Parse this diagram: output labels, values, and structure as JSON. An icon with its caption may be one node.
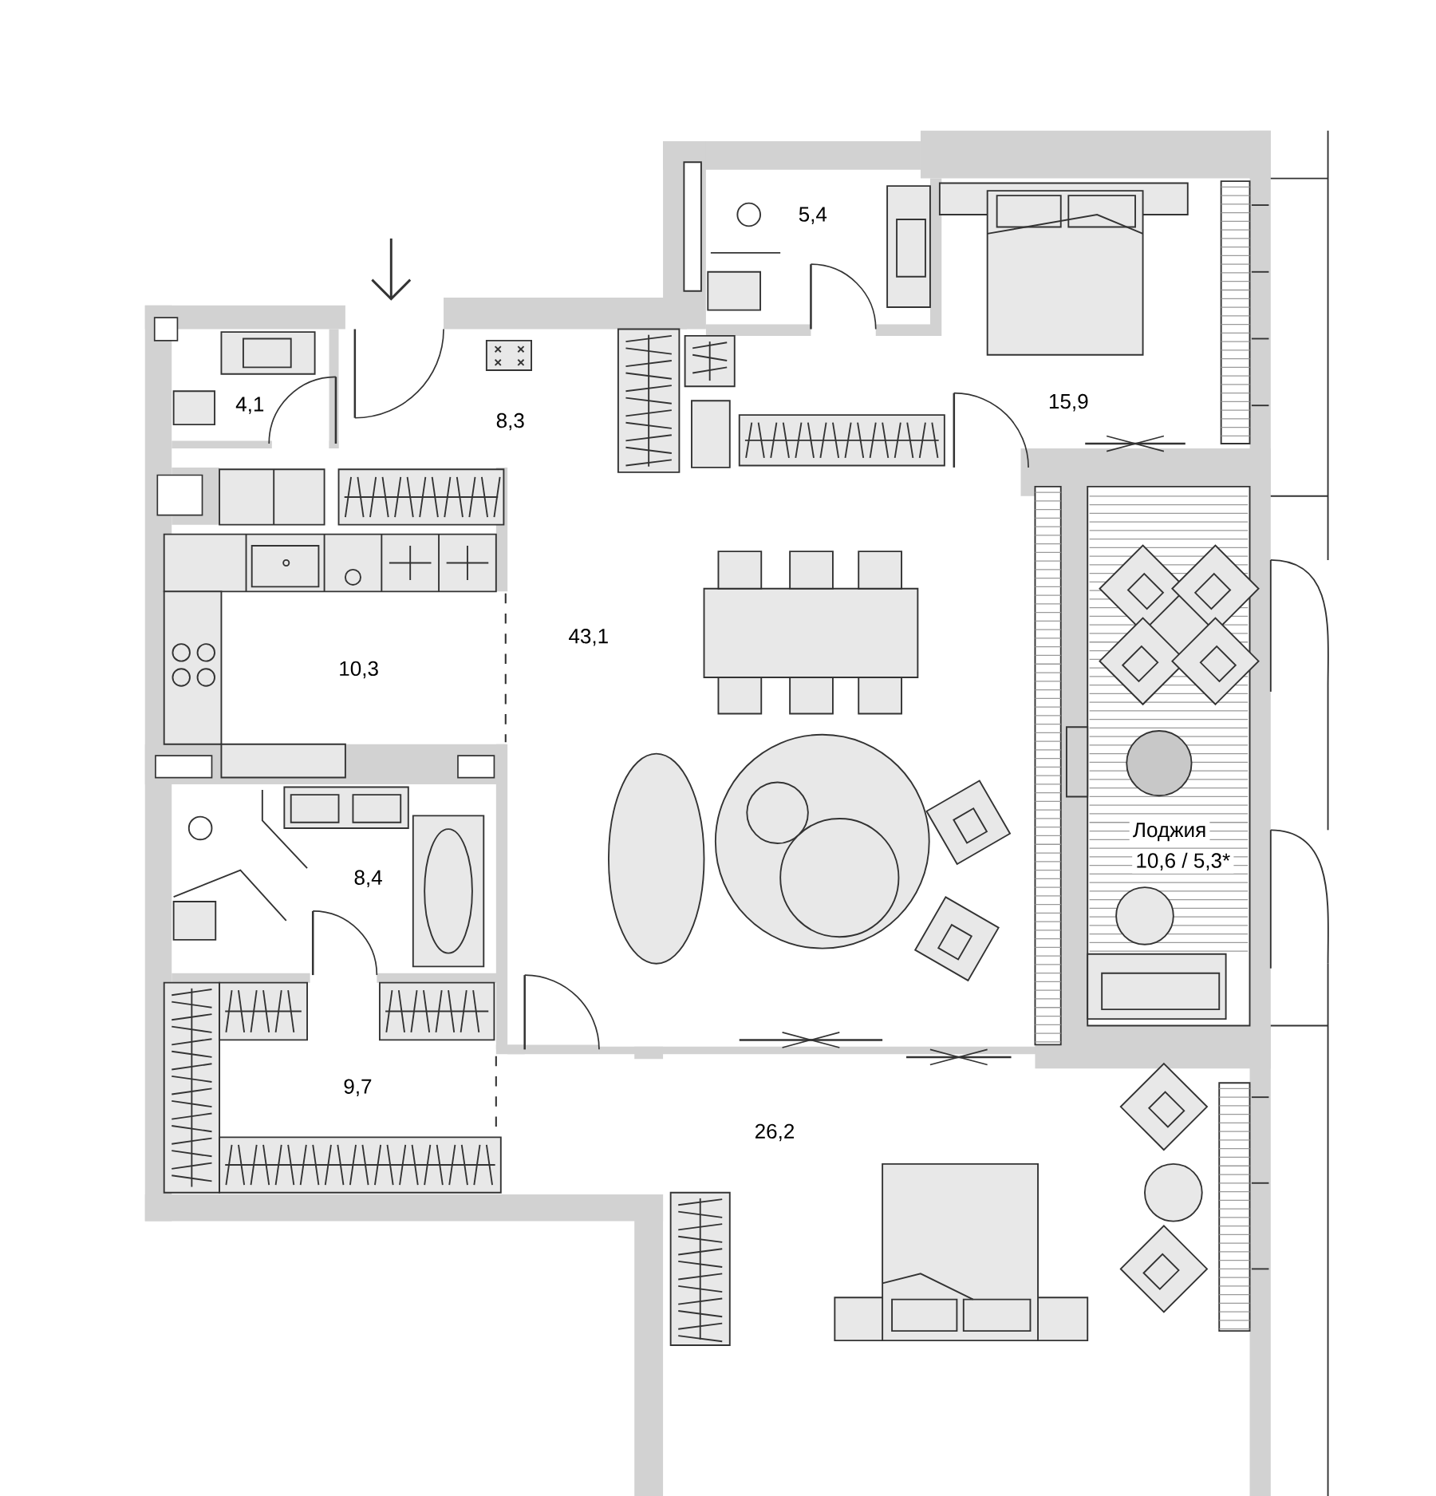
{
  "diagram": {
    "labels": [
      "5,4",
      "4,1",
      "8,3",
      "15,9",
      "43,1",
      "10,3",
      "8,4",
      "Лоджия",
      "10,6 / 5,3*",
      "9,7",
      "26,2"
    ]
  }
}
